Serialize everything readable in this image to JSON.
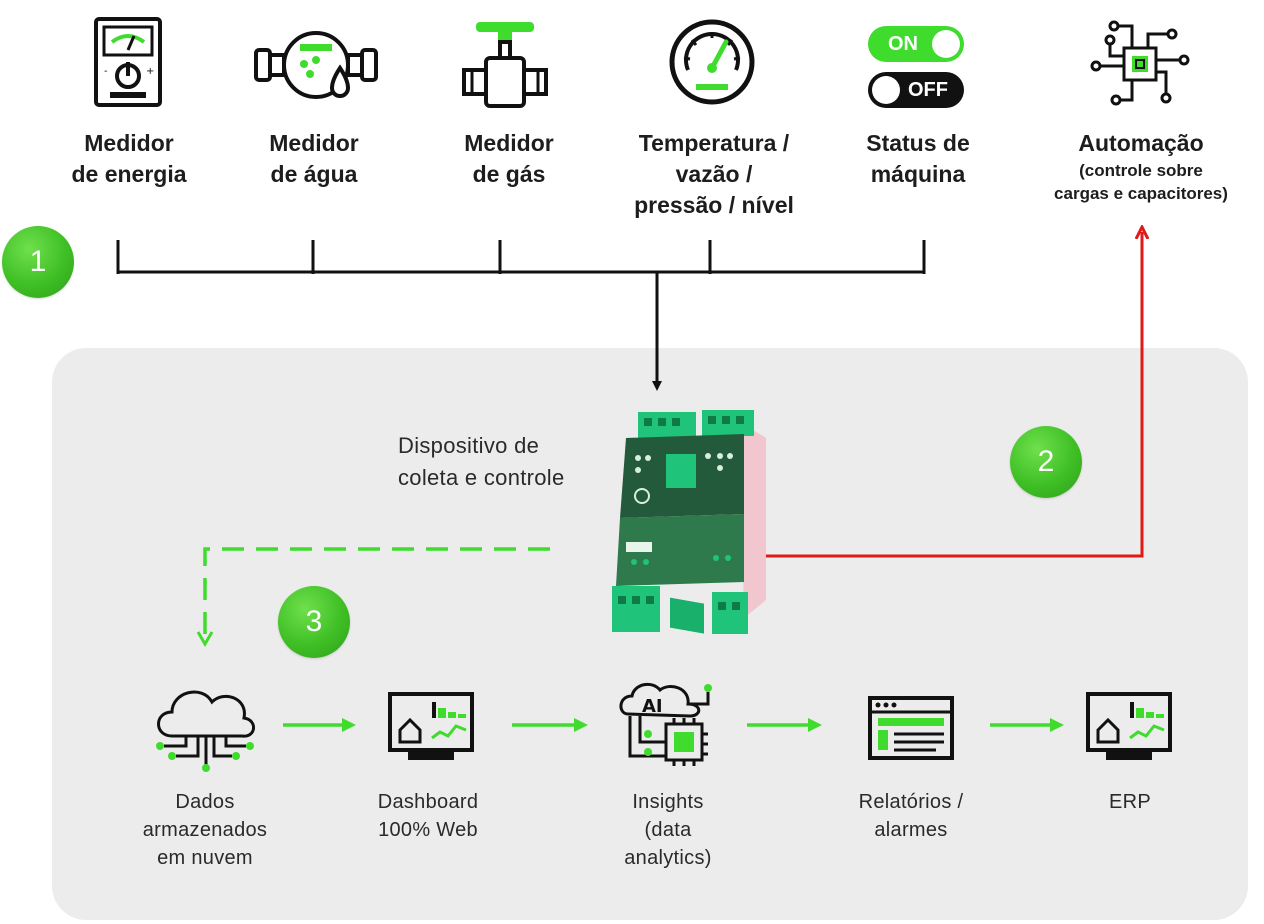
{
  "sources": [
    {
      "icon": "energy-meter-icon",
      "lines": [
        "Medidor",
        "de energia"
      ]
    },
    {
      "icon": "water-meter-icon",
      "lines": [
        "Medidor",
        "de água"
      ]
    },
    {
      "icon": "gas-meter-icon",
      "lines": [
        "Medidor",
        "de gás"
      ]
    },
    {
      "icon": "gauge-icon",
      "lines": [
        "Temperatura /",
        "vazão /",
        "pressão / nível"
      ]
    },
    {
      "icon": "machine-status-icon",
      "lines": [
        "Status de",
        "máquina"
      ]
    }
  ],
  "toggles": {
    "on_label": "ON",
    "off_label": "OFF"
  },
  "automation": {
    "icon": "automation-chip-icon",
    "title": "Automação",
    "subtitle_lines": [
      "(controle sobre",
      "cargas e capacitores)"
    ]
  },
  "badges": {
    "one": "1",
    "two": "2",
    "three": "3"
  },
  "device": {
    "icon": "data-collection-device-icon",
    "label_lines": [
      "Dispositivo de",
      "coleta e controle"
    ]
  },
  "flow": [
    {
      "icon": "cloud-storage-icon",
      "lines": [
        "Dados",
        "armazenados",
        "em nuvem"
      ]
    },
    {
      "icon": "dashboard-monitor-icon",
      "lines": [
        "Dashboard",
        "100% Web"
      ]
    },
    {
      "icon": "ai-chip-icon",
      "ai_text": "AI",
      "lines": [
        "Insights",
        "(data",
        "analytics)"
      ]
    },
    {
      "icon": "report-window-icon",
      "lines": [
        "Relatórios /",
        "alarmes"
      ]
    },
    {
      "icon": "erp-monitor-icon",
      "lines": [
        "ERP"
      ]
    }
  ],
  "colors": {
    "accent_green": "#3fdc2e",
    "badge_green": "#3fbf25",
    "automation_red": "#e01919",
    "panel_gray": "#ececec",
    "device_green": "#2f6b45"
  }
}
